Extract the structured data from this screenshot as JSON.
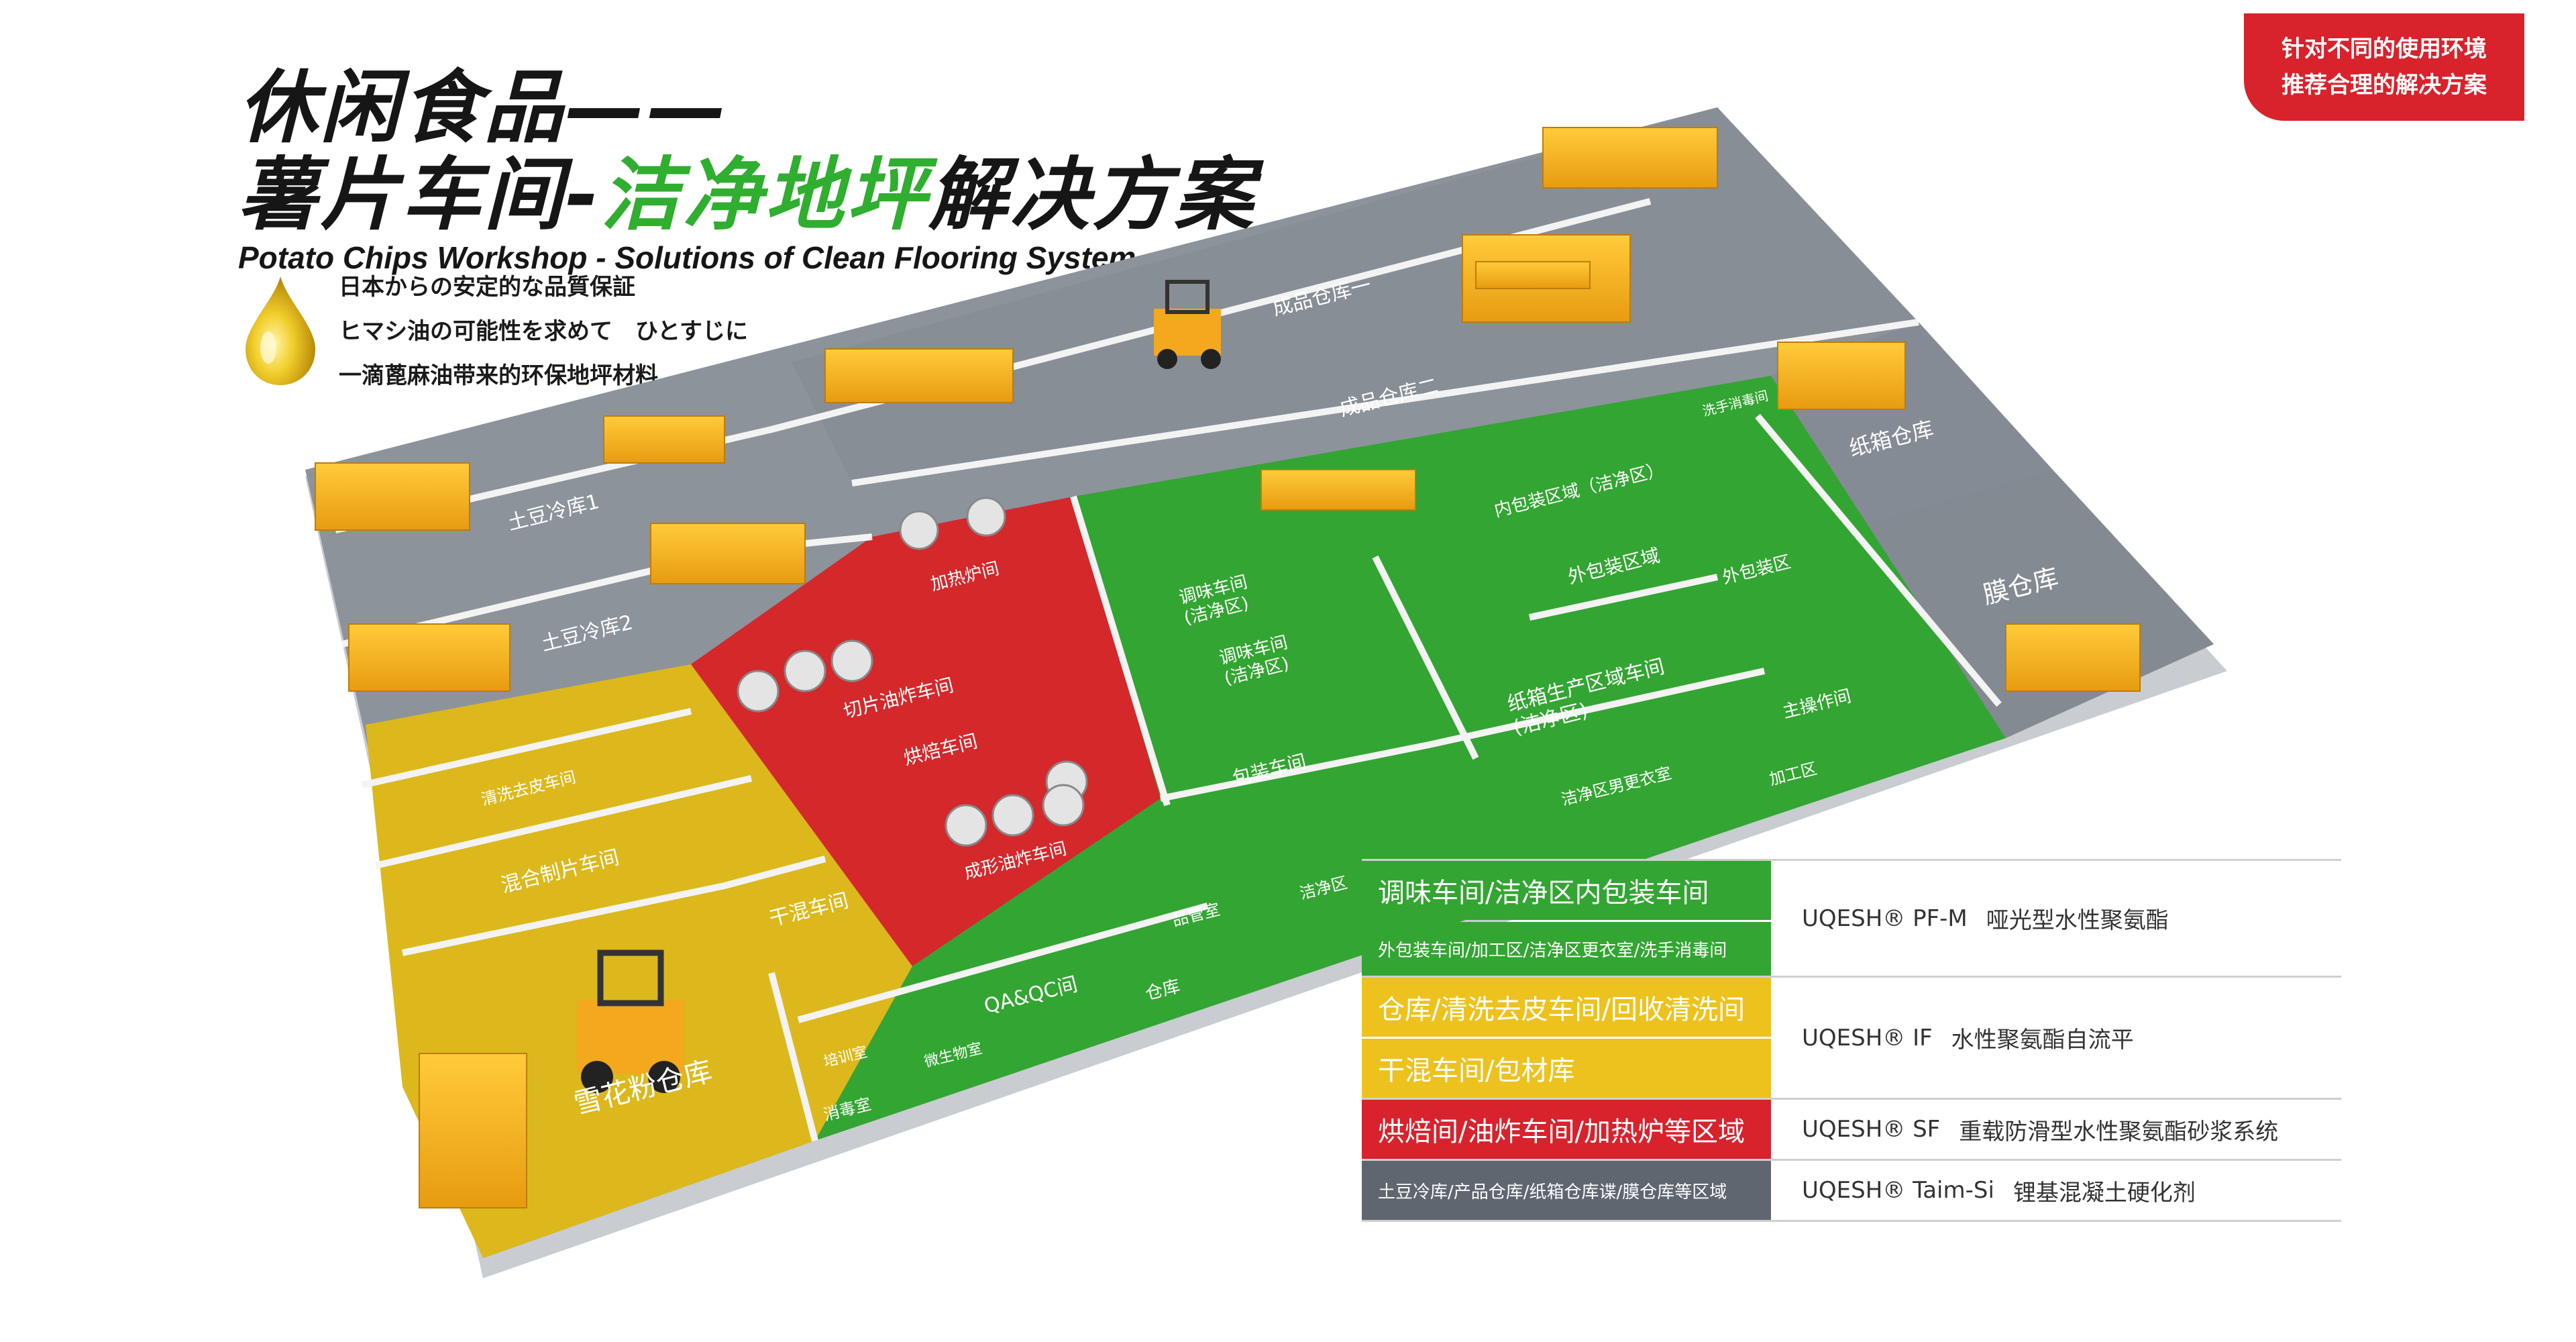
{
  "header": {
    "title_line1": "休闲食品——",
    "title_line2_part1": "薯片车间-",
    "title_line2_highlight": "洁净地坪",
    "title_line2_part2": "解决方案",
    "subtitle": "Potato Chips Workshop - Solutions of Clean Flooring System",
    "tag_lines": [
      "日本からの安定的な品質保証",
      "ヒマシ油の可能性を求めて　ひとすじに",
      "一滴蓖麻油带来的环保地坪材料"
    ]
  },
  "badge": {
    "line1": "针对不同的使用环境",
    "line2": "推荐合理的解决方案",
    "color": "#d8222c"
  },
  "colors": {
    "gray_zone": "#8e949c",
    "green_zone": "#2fa32f",
    "yellow_zone": "#e2b91c",
    "red_zone": "#d8282b",
    "accent_green": "#2fae2f"
  },
  "rooms": {
    "potato_cold1": "土豆冷库1",
    "potato_cold2": "土豆冷库2",
    "finished_wh1": "成品仓库一",
    "finished_wh2": "成品仓库二",
    "carton_wh": "纸箱仓库",
    "film_wh": "膜仓库",
    "heating_furnace": "加热炉间",
    "slice_fry": "切片油炸车间",
    "baking": "烘焙车间",
    "form_fry": "成形油炸车间",
    "wash_peel": "清洗去皮车间",
    "mix_slice": "混合制片车间",
    "dry_mix": "干混车间",
    "flour_wh": "雪花粉仓库",
    "seasoning1": "调味车间\n(洁净区)",
    "seasoning2": "调味车间\n(洁净区)",
    "packing": "包装车间",
    "inner_pack": "内包装区域（洁净区）",
    "outer_pack": "外包装区域",
    "outer_pack2": "外包装区",
    "carton_prod": "纸箱生产区域车间\n(洁净区)",
    "main_control": "主操作间",
    "processing": "加工区",
    "clean_locker": "洁净区男更衣室",
    "clean_corridor": "洁净区",
    "qa_qc": "QA&QC间",
    "warehouse": "仓库",
    "pkg_storage": "品管室",
    "micro_lab": "微生物室",
    "disinfect": "消毒室",
    "train": "培训室",
    "wash_disinfect": "洗手消毒间"
  },
  "legend": [
    {
      "cells": [
        {
          "label": "调味车间/洁净区内包装车间",
          "small": false
        },
        {
          "label": "外包装车间/加工区/洁净区更衣室/洗手消毒间",
          "small": true
        }
      ],
      "color": "#33a532",
      "product": "UQESH® PF-M",
      "description": "哑光型水性聚氨酯"
    },
    {
      "cells": [
        {
          "label": "仓库/清洗去皮车间/回收清洗间",
          "small": false
        },
        {
          "label": "干混车间/包材库",
          "small": false
        }
      ],
      "color": "#eec21e",
      "product": "UQESH® IF",
      "description": "水性聚氨酯自流平"
    },
    {
      "cells": [
        {
          "label": "烘焙间/油炸车间/加热炉等区域",
          "small": false
        }
      ],
      "color": "#d8222c",
      "product": "UQESH® SF",
      "description": "重载防滑型水性聚氨酯砂浆系统"
    },
    {
      "cells": [
        {
          "label": "土豆冷库/产品仓库/纸箱仓库谍/膜仓库等区域",
          "small": true
        }
      ],
      "color": "#5f6670",
      "product": "UQESH® Taim-Si",
      "description": "锂基混凝土硬化剂"
    }
  ]
}
